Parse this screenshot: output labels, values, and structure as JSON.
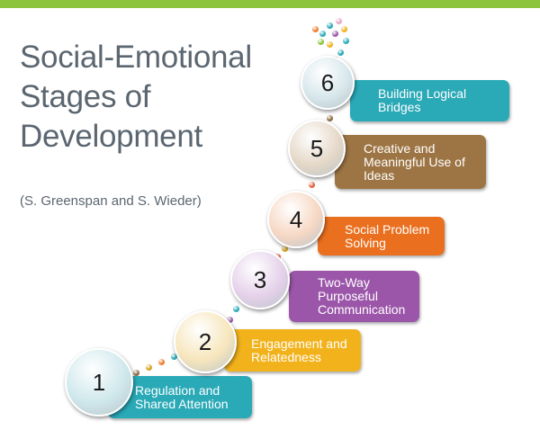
{
  "title": [
    "Social-Emotional",
    "Stages of",
    "Development"
  ],
  "subtitle": "(S. Greenspan and S. Wieder)",
  "stages": [
    {
      "number": "1",
      "label": "Regulation and\nShared Attention",
      "color": "#2aa9b7"
    },
    {
      "number": "2",
      "label": "Engagement and\nRelatedness",
      "color": "#f2b21c"
    },
    {
      "number": "3",
      "label": "Two-Way\nPurposeful\nCommunication",
      "color": "#9b56a9"
    },
    {
      "number": "4",
      "label": "Social Problem\nSolving",
      "color": "#ea6f1f"
    },
    {
      "number": "5",
      "label": "Creative and\nMeaningful Use of\nIdeas",
      "color": "#9d7544"
    },
    {
      "number": "6",
      "label": "Building Logical\nBridges",
      "color": "#2aa9b7"
    }
  ],
  "colors": {
    "accent_bar": "#8cc43c",
    "text_gray": "#5b6670",
    "circle_teal": "#cfe8ec",
    "circle_yellow": "#f7e6bc",
    "circle_purple": "#e5d1ea",
    "circle_orange": "#f6d8c4",
    "circle_brown": "#e5d8c7",
    "circle_light": "#d7e7ec"
  }
}
